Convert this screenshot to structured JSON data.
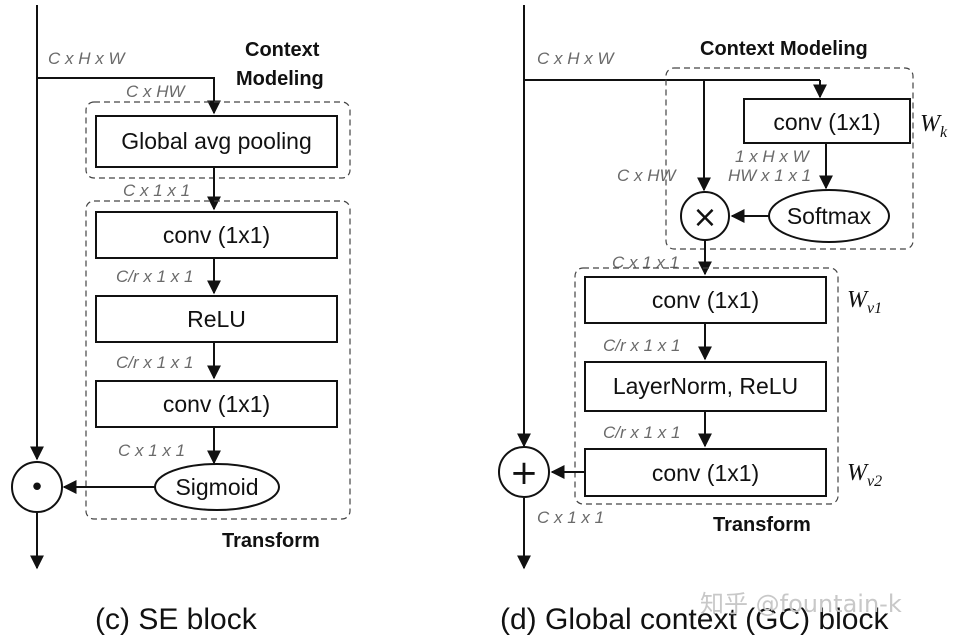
{
  "se_block": {
    "caption": "(c) SE block",
    "input_dim": "C x H x W",
    "context_title_line1": "Context",
    "context_title_line2": "Modeling",
    "dim_chw": "C x HW",
    "global_pool": "Global avg pooling",
    "dim_c11_a": "C x 1 x 1",
    "conv1": "conv (1x1)",
    "dim_cr11_a": "C/r x 1 x 1",
    "relu": "ReLU",
    "dim_cr11_b": "C/r x 1 x 1",
    "conv2": "conv (1x1)",
    "dim_c11_b": "C x 1 x 1",
    "sigmoid": "Sigmoid",
    "transform_title": "Transform",
    "scale_op": "•"
  },
  "gc_block": {
    "caption": "(d) Global context (GC) block",
    "input_dim": "C x H x W",
    "context_title": "Context Modeling",
    "conv_k": "conv (1x1)",
    "weight_k": "W",
    "weight_k_sub": "k",
    "dim_1hw": "1 x H x W",
    "dim_hw11": "HW x 1 x 1",
    "dim_chw": "C x HW",
    "matmul_op": "×",
    "softmax": "Softmax",
    "dim_c11_a": "C x 1 x 1",
    "conv_v1": "conv (1x1)",
    "weight_v1": "W",
    "weight_v1_sub": "v1",
    "dim_cr11_a": "C/r x 1 x 1",
    "layernorm": "LayerNorm, ReLU",
    "dim_cr11_b": "C/r x 1 x 1",
    "conv_v2": "conv (1x1)",
    "weight_v2": "W",
    "weight_v2_sub": "v2",
    "dim_c11_b": "C x 1 x 1",
    "add_op": "+",
    "transform_title": "Transform"
  },
  "watermark": "知乎 @fountain-k"
}
